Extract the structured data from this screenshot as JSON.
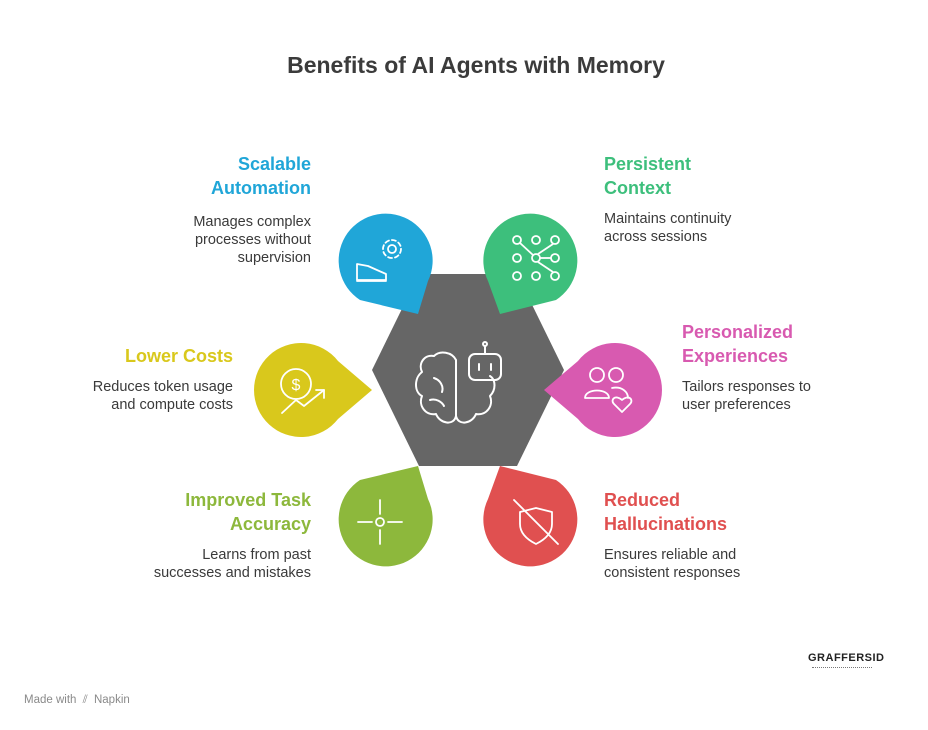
{
  "title": "Benefits of AI Agents with Memory",
  "benefits": {
    "scalable_automation": {
      "heading": "Scalable\nAutomation",
      "description": "Manages complex\nprocesses without\nsupervision",
      "color": "#20a6d8",
      "icon": "gear-conveyor-icon"
    },
    "persistent_context": {
      "heading": "Persistent\nContext",
      "description": "Maintains continuity\nacross sessions",
      "color": "#3dbf7c",
      "icon": "network-nodes-icon"
    },
    "lower_costs": {
      "heading": "Lower Costs",
      "description": "Reduces token usage\nand compute costs",
      "color": "#d9c81c",
      "icon": "dollar-growth-icon"
    },
    "personalized_experiences": {
      "heading": "Personalized\nExperiences",
      "description": "Tailors responses to\nuser preferences",
      "color": "#d85ab0",
      "icon": "users-heart-icon"
    },
    "improved_task_accuracy": {
      "heading": "Improved Task\nAccuracy",
      "description": "Learns from past\nsuccesses and mistakes",
      "color": "#8db83c",
      "icon": "crosshair-icon"
    },
    "reduced_hallucinations": {
      "heading": "Reduced\nHallucinations",
      "description": "Ensures reliable and\nconsistent responses",
      "color": "#e05050",
      "icon": "shield-off-icon"
    }
  },
  "center": {
    "color": "#666666",
    "icon": "brain-robot-icon"
  },
  "footer": {
    "made_with": "Made with",
    "brand": "Napkin"
  },
  "logo": {
    "text": "GRAFFERSID"
  }
}
